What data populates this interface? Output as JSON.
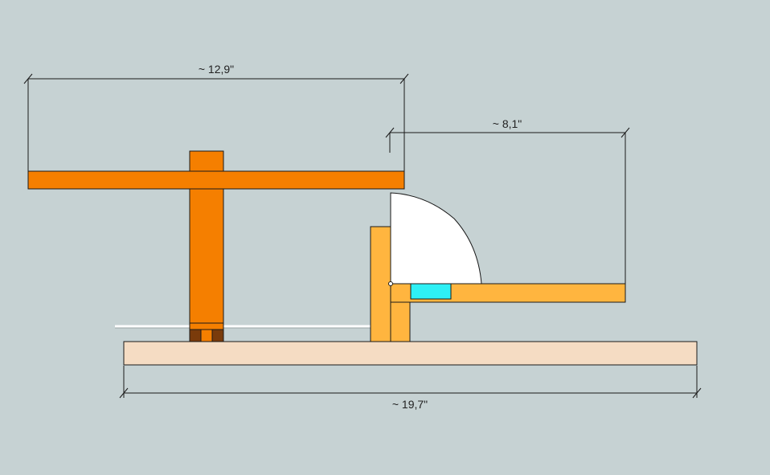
{
  "dimensions": {
    "top_span": "~ 12,9\"",
    "right_span": "~ 8,1\"",
    "base_span": "~ 19,7\""
  },
  "colors": {
    "background": "#c6d2d3",
    "arm_orange": "#f57f00",
    "block_light_orange": "#ffb53f",
    "base_peach": "#f5dcc3",
    "foot_brown": "#7a3b0b",
    "quarter_disc": "#ffffff",
    "cyan_block": "#2ef0f5",
    "dimension_line": "#1a1a1a"
  }
}
